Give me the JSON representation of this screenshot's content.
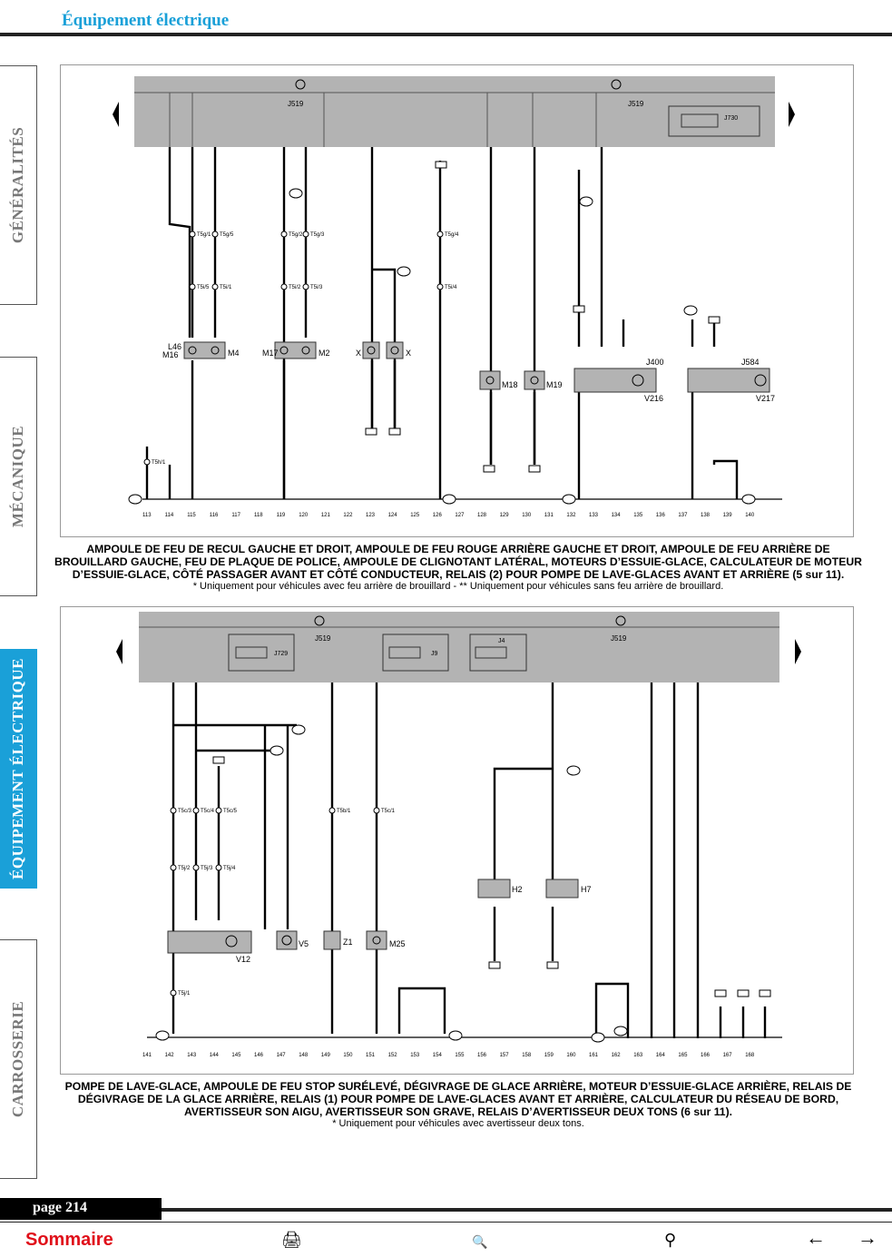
{
  "header": {
    "title": "Équipement électrique"
  },
  "tabs": [
    {
      "label": "GÉNÉRALITÉS",
      "active": false
    },
    {
      "label": "MÉCANIQUE",
      "active": false
    },
    {
      "label": "ÉQUIPEMENT ÉLECTRIQUE",
      "active": true
    },
    {
      "label": "CARROSSERIE",
      "active": false
    }
  ],
  "diagram1": {
    "ecu_label": "J519",
    "relay_label": "J730",
    "pin_numbers": [
      "113",
      "114",
      "115",
      "116",
      "117",
      "118",
      "119",
      "120",
      "121",
      "122",
      "123",
      "124",
      "125",
      "126",
      "127",
      "128",
      "129",
      "130",
      "131",
      "132",
      "133",
      "134",
      "135",
      "136",
      "137",
      "138",
      "139",
      "140"
    ],
    "components": [
      "L46",
      "M16",
      "M4",
      "M17",
      "M2",
      "X",
      "X",
      "M18",
      "M19",
      "J400",
      "V216",
      "J584",
      "V217"
    ],
    "caption": "AMPOULE DE FEU DE RECUL GAUCHE ET DROIT, AMPOULE DE FEU ROUGE ARRIÈRE GAUCHE ET DROIT, AMPOULE DE FEU ARRIÈRE DE BROUILLARD GAUCHE, FEU DE PLAQUE DE POLICE, AMPOULE DE CLIGNOTANT LATÉRAL, MOTEURS D’ESSUIE-GLACE, CALCULATEUR DE MOTEUR D’ESSUIE-GLACE, CÔTÉ PASSAGER AVANT ET CÔTÉ CONDUCTEUR, RELAIS (2) POUR POMPE DE LAVE-GLACES AVANT ET ARRIÈRE (5 sur 11).",
    "note": "* Uniquement pour véhicules avec feu arrière de brouillard - ** Uniquement pour véhicules sans feu arrière de brouillard."
  },
  "diagram2": {
    "ecu_label": "J519",
    "relay_labels": [
      "J729",
      "J9",
      "J4"
    ],
    "pin_numbers": [
      "141",
      "142",
      "143",
      "144",
      "145",
      "146",
      "147",
      "148",
      "149",
      "150",
      "151",
      "152",
      "153",
      "154",
      "155",
      "156",
      "157",
      "158",
      "159",
      "160",
      "161",
      "162",
      "163",
      "164",
      "165",
      "166",
      "167",
      "168"
    ],
    "components": [
      "V12",
      "V5",
      "Z1",
      "M25",
      "H2",
      "H7"
    ],
    "caption": "POMPE DE LAVE-GLACE, AMPOULE DE FEU STOP SURÉLEVÉ, DÉGIVRAGE DE GLACE ARRIÈRE, MOTEUR D’ESSUIE-GLACE ARRIÈRE, RELAIS DE DÉGIVRAGE DE LA GLACE ARRIÈRE, RELAIS (1) POUR POMPE DE LAVE-GLACES AVANT ET ARRIÈRE, CALCULATEUR DU RÉSEAU DE BORD, AVERTISSEUR SON AIGU, AVERTISSEUR SON GRAVE, RELAIS D’AVERTISSEUR DEUX TONS (6 sur 11).",
    "note": "* Uniquement pour véhicules avec avertisseur deux tons."
  },
  "footer": {
    "page_label": "page 214",
    "sommaire": "Sommaire"
  },
  "colors": {
    "accent": "#1aa0d8",
    "link": "#e0101a",
    "ecu_gray": "#b3b3b3"
  }
}
